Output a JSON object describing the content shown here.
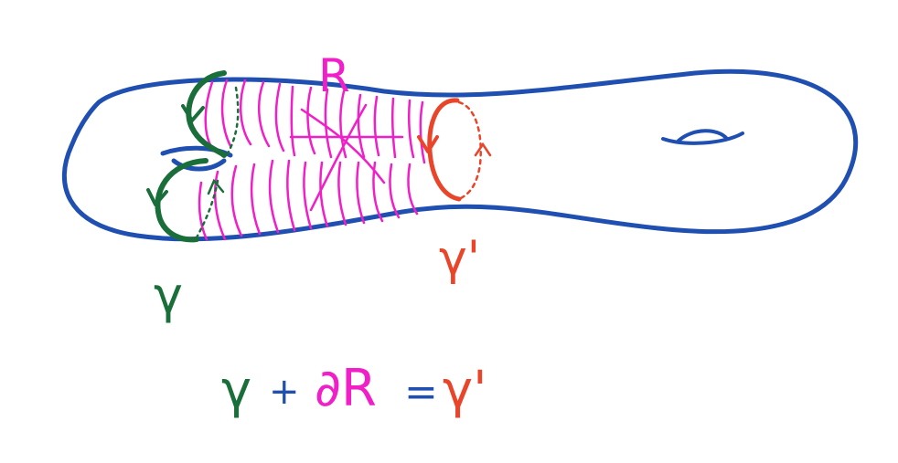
{
  "labels": {
    "region": "R",
    "gamma": "γ",
    "gamma_prime": "γ'"
  },
  "equation": {
    "gamma": "γ",
    "plus": "+",
    "boundary_R": "∂R",
    "equals": "=",
    "gamma_prime": "γ'"
  },
  "colors": {
    "surface": "#1f4fb0",
    "gamma": "#1a6e3a",
    "region": "#f01fc8",
    "gamma_prime": "#e8452a",
    "background": "#ffffff"
  }
}
